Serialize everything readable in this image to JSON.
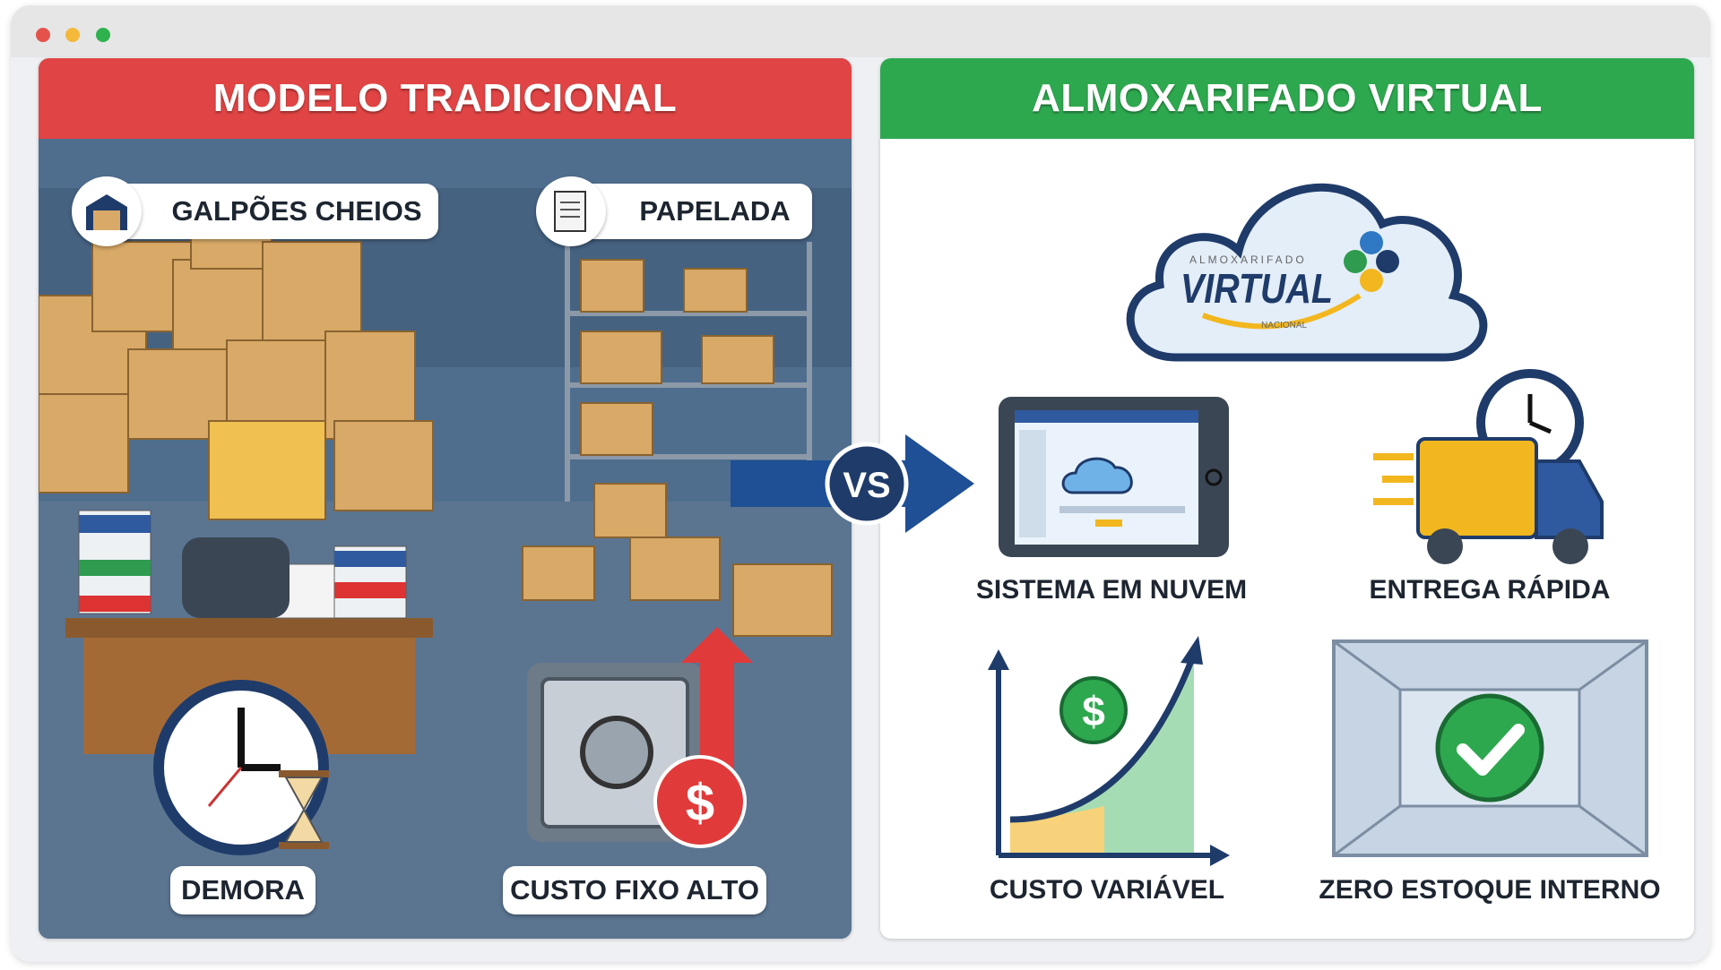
{
  "window": {
    "controls": [
      "close",
      "minimize",
      "maximize"
    ],
    "colors": {
      "close": "#e5524a",
      "minimize": "#f4b93a",
      "maximize": "#2fb24e"
    }
  },
  "left_panel": {
    "title": "MODELO TRADICIONAL",
    "header_color": "#e04444",
    "labels": {
      "warehouses": "GALPÕES CHEIOS",
      "paperwork": "PAPELADA",
      "delay": "DEMORA",
      "fixed_cost": "CUSTO FIXO ALTO"
    }
  },
  "vs_label": "VS",
  "right_panel": {
    "title": "ALMOXARIFADO VIRTUAL",
    "header_color": "#2ea84f",
    "logo": {
      "top": "ALMOXARIFADO",
      "main": "VIRTUAL",
      "bottom": "NACIONAL"
    },
    "features": {
      "cloud_system": "SISTEMA EM NUVEM",
      "fast_delivery": "ENTREGA RÁPIDA",
      "variable_cost": "CUSTO VARIÁVEL",
      "zero_stock": "ZERO ESTOQUE INTERNO"
    }
  }
}
